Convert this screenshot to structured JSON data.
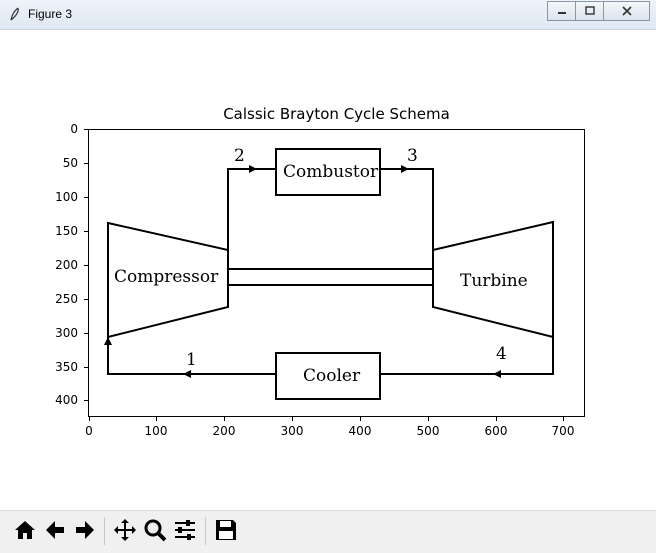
{
  "window": {
    "title": "Figure 3"
  },
  "chart_data": {
    "type": "image",
    "title": "Calssic Brayton Cycle Schema",
    "xticks": [
      "0",
      "100",
      "200",
      "300",
      "400",
      "500",
      "600",
      "700"
    ],
    "yticks": [
      "0",
      "50",
      "100",
      "150",
      "200",
      "250",
      "300",
      "350",
      "400"
    ],
    "xlim": [
      0,
      730
    ],
    "ylim": [
      425,
      0
    ],
    "diagram": {
      "components": [
        "Compressor",
        "Combustor",
        "Turbine",
        "Cooler"
      ],
      "state_points": [
        "1",
        "2",
        "3",
        "4"
      ]
    }
  },
  "toolbar": {
    "buttons": [
      "home-icon",
      "back-icon",
      "forward-icon",
      "pan-icon",
      "zoom-icon",
      "configure-icon",
      "save-icon"
    ]
  }
}
